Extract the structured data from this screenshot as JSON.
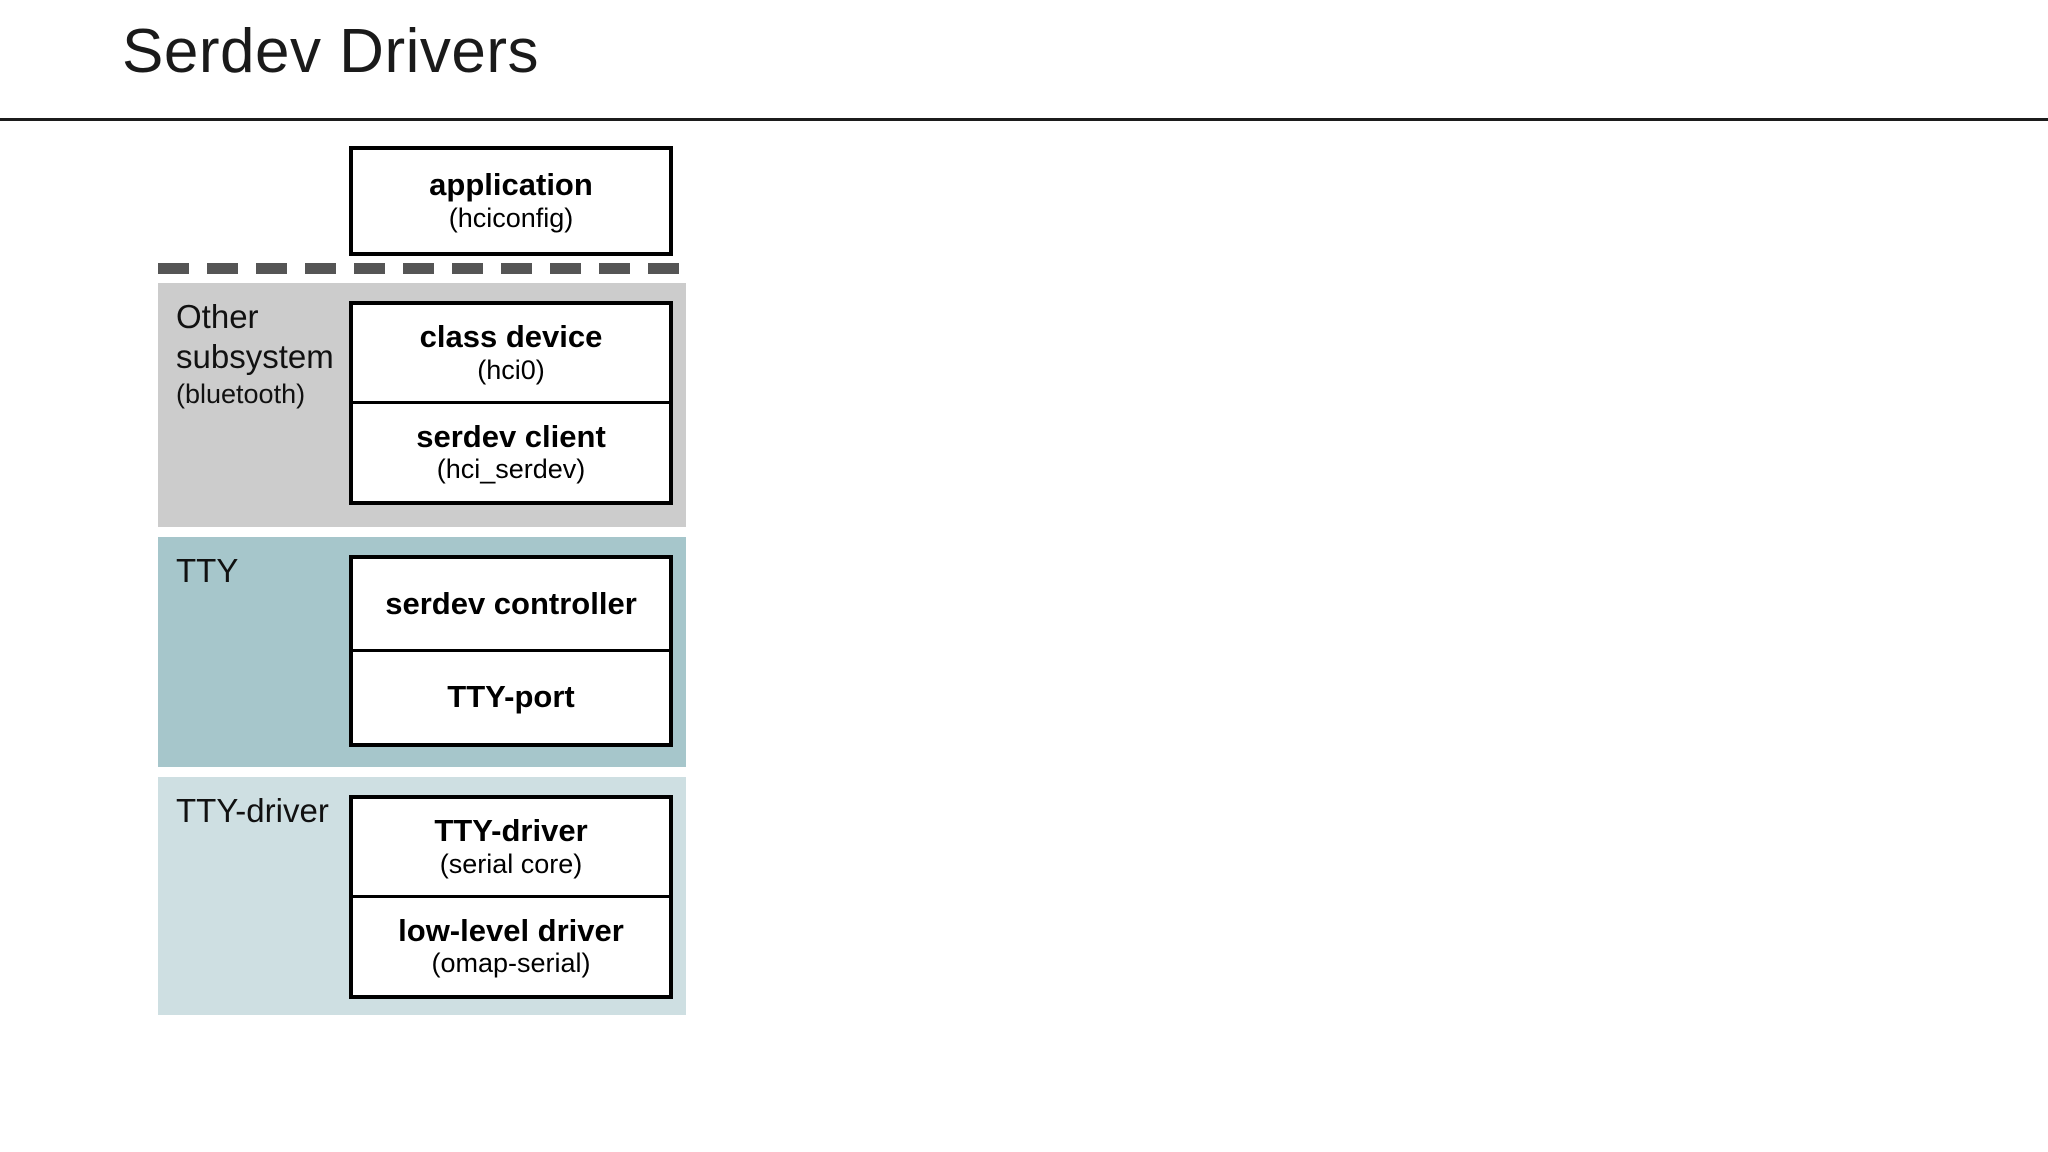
{
  "slide": {
    "title": "Serdev Drivers"
  },
  "diagram": {
    "type": "layered-stack",
    "application": {
      "title": "application",
      "subtitle": "(hciconfig)"
    },
    "divider": {
      "name": "userspace-kernel-boundary",
      "style": "dashed",
      "color": "#555555"
    },
    "layers": [
      {
        "id": "other-subsystem",
        "label": "Other subsystem",
        "label_sub": "(bluetooth)",
        "color": "#cccccc",
        "boxes": [
          {
            "title": "class device",
            "subtitle": "(hci0)"
          },
          {
            "title": "serdev client",
            "subtitle": "(hci_serdev)"
          }
        ]
      },
      {
        "id": "tty",
        "label": "TTY",
        "label_sub": "",
        "color": "#a6c6cb",
        "boxes": [
          {
            "title": "serdev controller",
            "subtitle": ""
          },
          {
            "title": "TTY-port",
            "subtitle": ""
          }
        ]
      },
      {
        "id": "tty-driver",
        "label": "TTY-driver",
        "label_sub": "",
        "color": "#cedfe2",
        "boxes": [
          {
            "title": "TTY-driver",
            "subtitle": "(serial core)"
          },
          {
            "title": "low-level driver",
            "subtitle": "(omap-serial)"
          }
        ]
      }
    ]
  }
}
